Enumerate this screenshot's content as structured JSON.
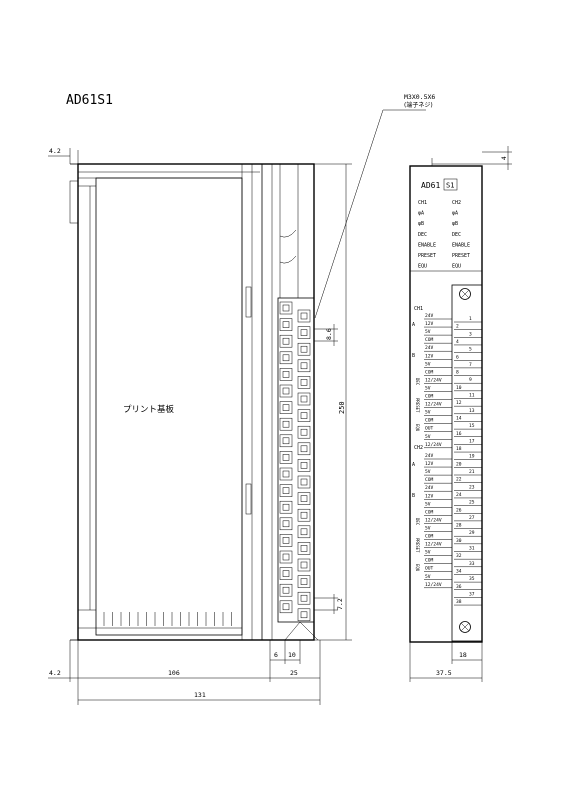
{
  "title": "AD61S1",
  "screw_note": {
    "line1": "M3X0.5X6",
    "line2": "(端子ネジ)"
  },
  "board_label": "プリント基板",
  "dims": {
    "top_thickness": "4.2",
    "bottom_thickness": "4.2",
    "height": "250",
    "pitch": "8.6",
    "bottom_gap": "7.2",
    "w6": "6",
    "w10": "10",
    "w106": "106",
    "w25": "25",
    "w131": "131",
    "front_w": "37.5",
    "terminal_w": "18",
    "top_small": "4"
  },
  "front_panel": {
    "model_prefix": "AD61",
    "model_suffix": "S1",
    "led_ch1": [
      "CH1",
      "φA",
      "φB",
      "DEC",
      "ENABLE",
      "PRESET",
      "EQU"
    ],
    "led_ch2": [
      "CH2",
      "φA",
      "φB",
      "DEC",
      "ENABLE",
      "PRESET",
      "EQU"
    ],
    "group_labels": [
      "CH1",
      "CH2"
    ],
    "section_letters": [
      "A",
      "B",
      "DEC",
      "PRESET",
      "EQU"
    ],
    "signal_rows": [
      "24V",
      "12V",
      "5V",
      "COM",
      "24V",
      "12V",
      "5V",
      "COM",
      "12/24V",
      "5V",
      "COM",
      "12/24V",
      "5V",
      "COM",
      "OUT",
      "5V",
      "12/24V"
    ],
    "terminal_numbers": [
      "1",
      "2",
      "3",
      "4",
      "5",
      "6",
      "7",
      "8",
      "9",
      "10",
      "11",
      "12",
      "13",
      "14",
      "15",
      "16",
      "17",
      "18",
      "19",
      "20",
      "21",
      "22",
      "23",
      "24",
      "25",
      "26",
      "27",
      "28",
      "29",
      "30",
      "31",
      "32",
      "33",
      "34",
      "35",
      "36",
      "37",
      "38"
    ]
  }
}
